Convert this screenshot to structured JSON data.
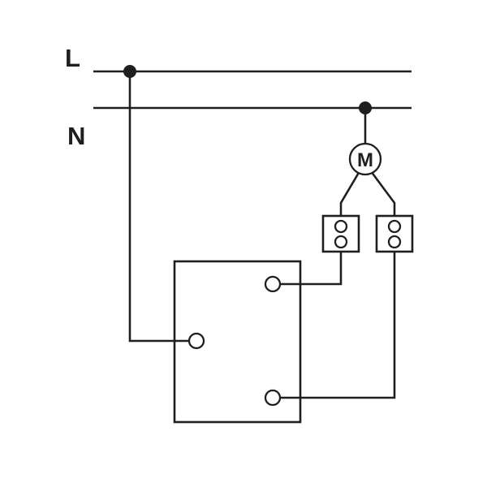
{
  "diagram": {
    "type": "electrical-wiring-schematic",
    "labels": {
      "live": "L",
      "neutral": "N",
      "motor": "M"
    },
    "colors": {
      "line": "#1f1f1f",
      "background": "#ffffff"
    }
  }
}
